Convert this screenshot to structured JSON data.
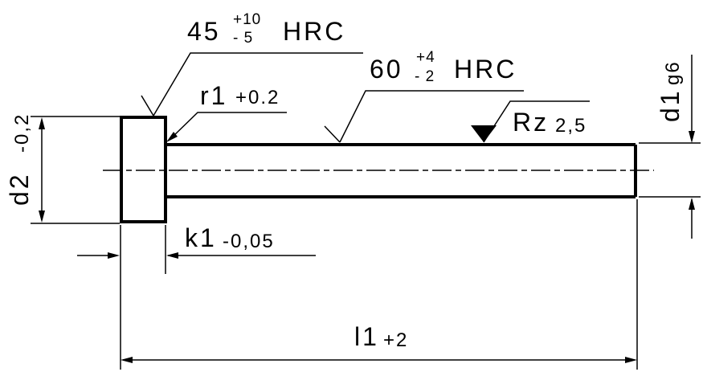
{
  "drawing_type": "technical-part-drawing",
  "part": "ejector-pin-with-cylindrical-head",
  "colors": {
    "line": "#000000",
    "background": "#ffffff"
  },
  "annotations": {
    "head_hardness": {
      "value": "45",
      "tol_upper": "+10",
      "tol_lower": "- 5",
      "unit": "HRC"
    },
    "shaft_hardness": {
      "value": "60",
      "tol_upper": "+4",
      "tol_lower": "- 2",
      "unit": "HRC"
    },
    "fillet_radius": {
      "label": "r1",
      "tolerance": "+0.2"
    },
    "surface_roughness": {
      "label": "Rz",
      "value": "2,5"
    },
    "head_thickness": {
      "label": "k1",
      "tolerance": "-0,05"
    },
    "head_diameter": {
      "label": "d2",
      "tolerance": "-0,2"
    },
    "shaft_diameter": {
      "label": "d1",
      "tolerance": "g6"
    },
    "overall_length": {
      "label": "l1",
      "tolerance": "+2"
    }
  }
}
